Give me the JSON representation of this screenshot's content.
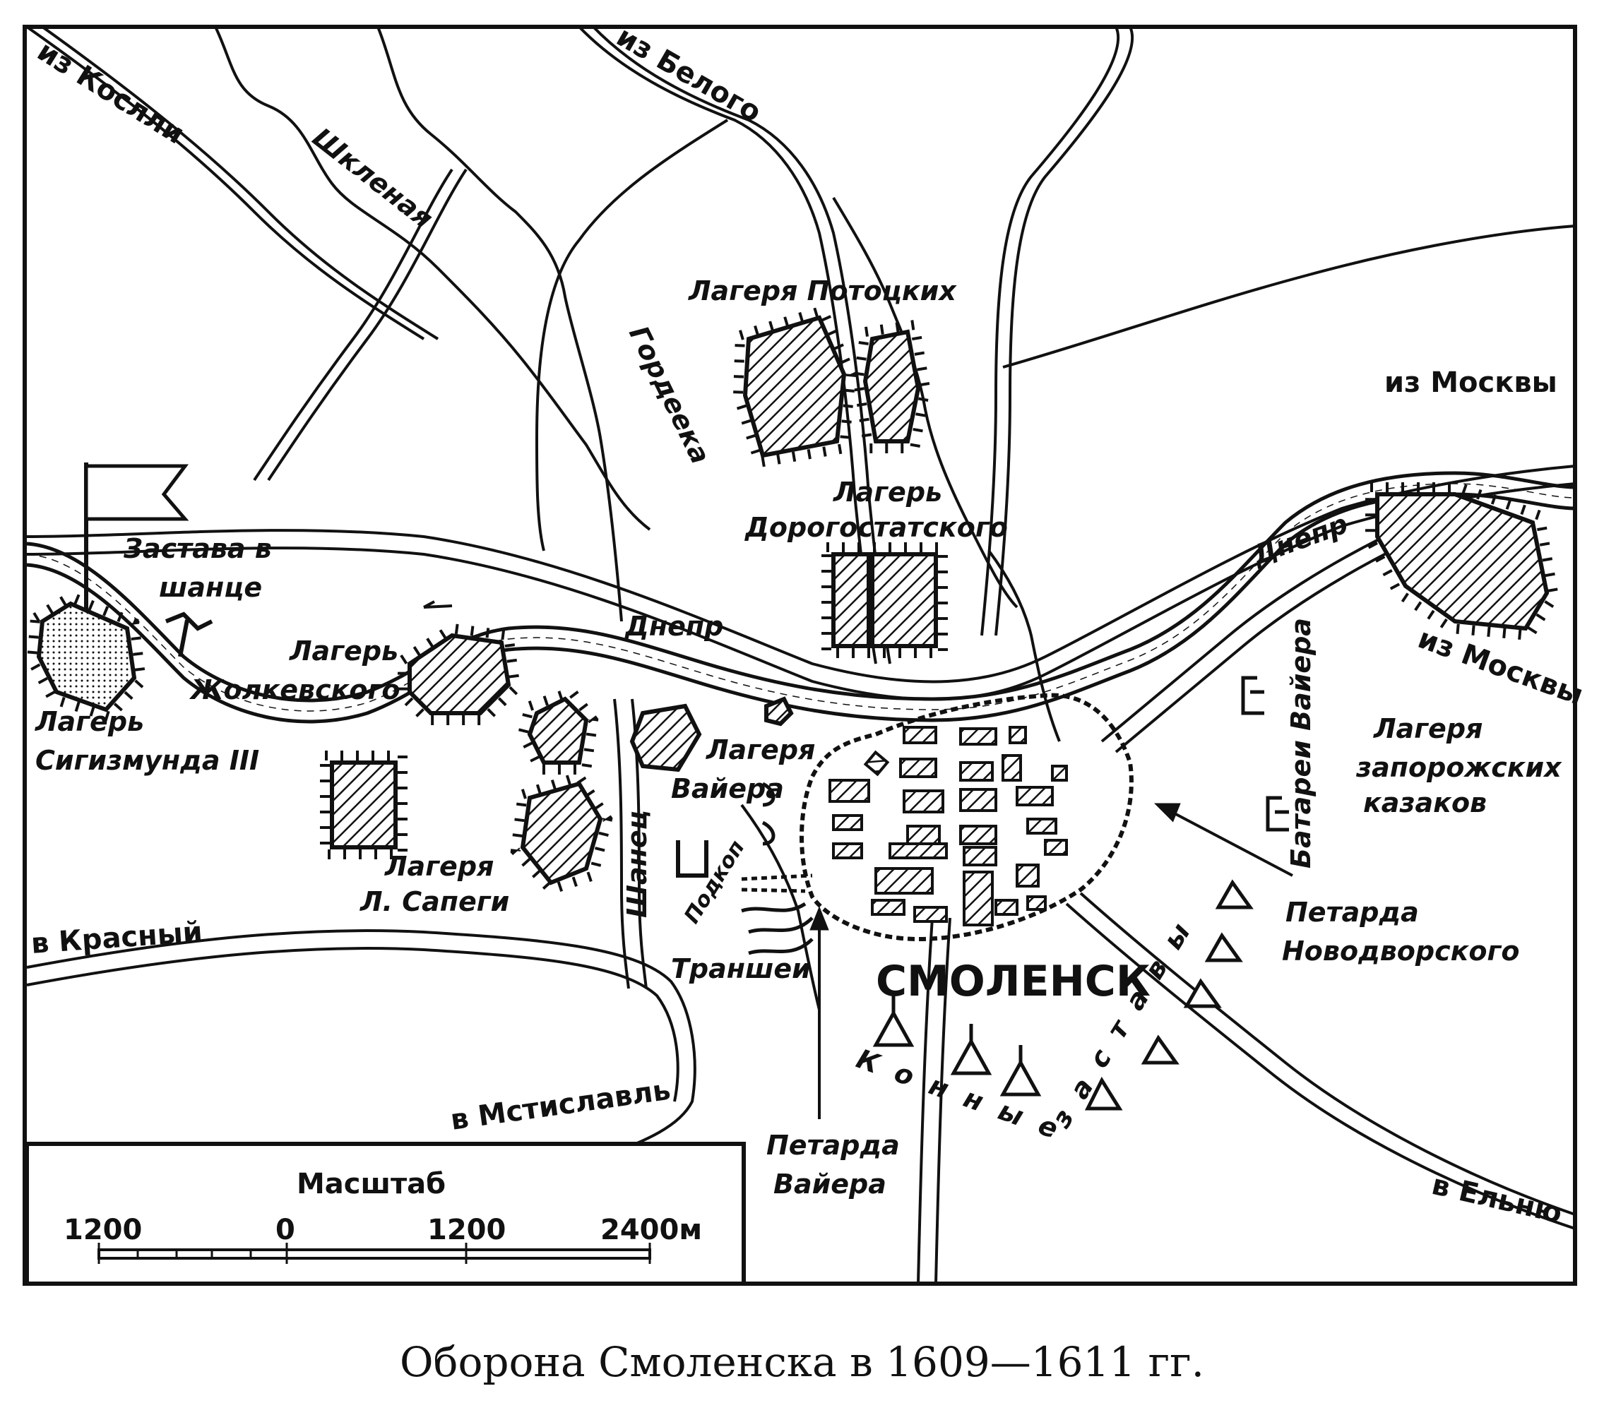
{
  "caption": "Оборона Смоленска в 1609—1611 гг.",
  "city": "СМОЛЕНСК",
  "roads": {
    "koslli": "из Кослли",
    "belogo": "из Белого",
    "moskvy_1": "из Москвы",
    "moskvy_2": "из Москвы",
    "krasny": "в Красный",
    "mstislavl": "в Мстиславль",
    "elnyu": "в Ельню"
  },
  "rivers": {
    "shkhenaya": "Шкленая",
    "gordeevka": "Гордеека",
    "dnepr_1": "Днепр",
    "dnepr_2": "Днепр"
  },
  "camps": {
    "pototskikh": "Лагеря Потоцких",
    "dorogostatskogo_1": "Лагерь",
    "dorogostatskogo_2": "Дорогостатского",
    "zastava_1": "Застава в",
    "zastava_2": "шанце",
    "zholkevskogo_1": "Лагерь",
    "zholkevskogo_2": "Жолкевского",
    "sigizmunda_1": "Лагерь",
    "sigizmunda_2": "Сигизмунда III",
    "vayera_1": "Лагеря",
    "vayera_2": "Вайера",
    "sapegi_1": "Лагеря",
    "sapegi_2": "Л. Сапеги",
    "zaporozh_1": "Лагеря",
    "zaporozh_2": "запорожских",
    "zaporozh_3": "казаков"
  },
  "works": {
    "shanets": "Шанец",
    "podkop": "Подкоп",
    "transhei": "Траншеи",
    "batarei": "Батареи Вайера",
    "petarda_nov_1": "Петарда",
    "petarda_nov_2": "Новодворского",
    "petarda_vay_1": "Петарда",
    "petarda_vay_2": "Вайера",
    "konnye": "Конные",
    "zastavy": "заставы"
  },
  "scale": {
    "title": "Масштаб",
    "ticks": [
      "1200",
      "0",
      "1200",
      "2400м"
    ]
  }
}
